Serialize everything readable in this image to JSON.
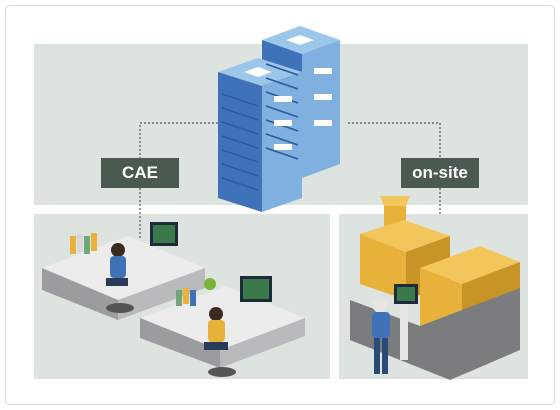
{
  "labels": {
    "cae": "CAE",
    "onsite": "on-site"
  },
  "colors": {
    "panel_bg": "#dde3de",
    "label_bg": "#4b5a4e",
    "server_blue": "#3f72b8",
    "server_light": "#9cc6ea",
    "machine_yellow": "#e8b23a",
    "desk_gray": "#9a9c9e"
  },
  "icons": {
    "server": "server-rack-icon",
    "office": "engineers-office-illustration",
    "factory": "injection-molding-machine-illustration"
  }
}
